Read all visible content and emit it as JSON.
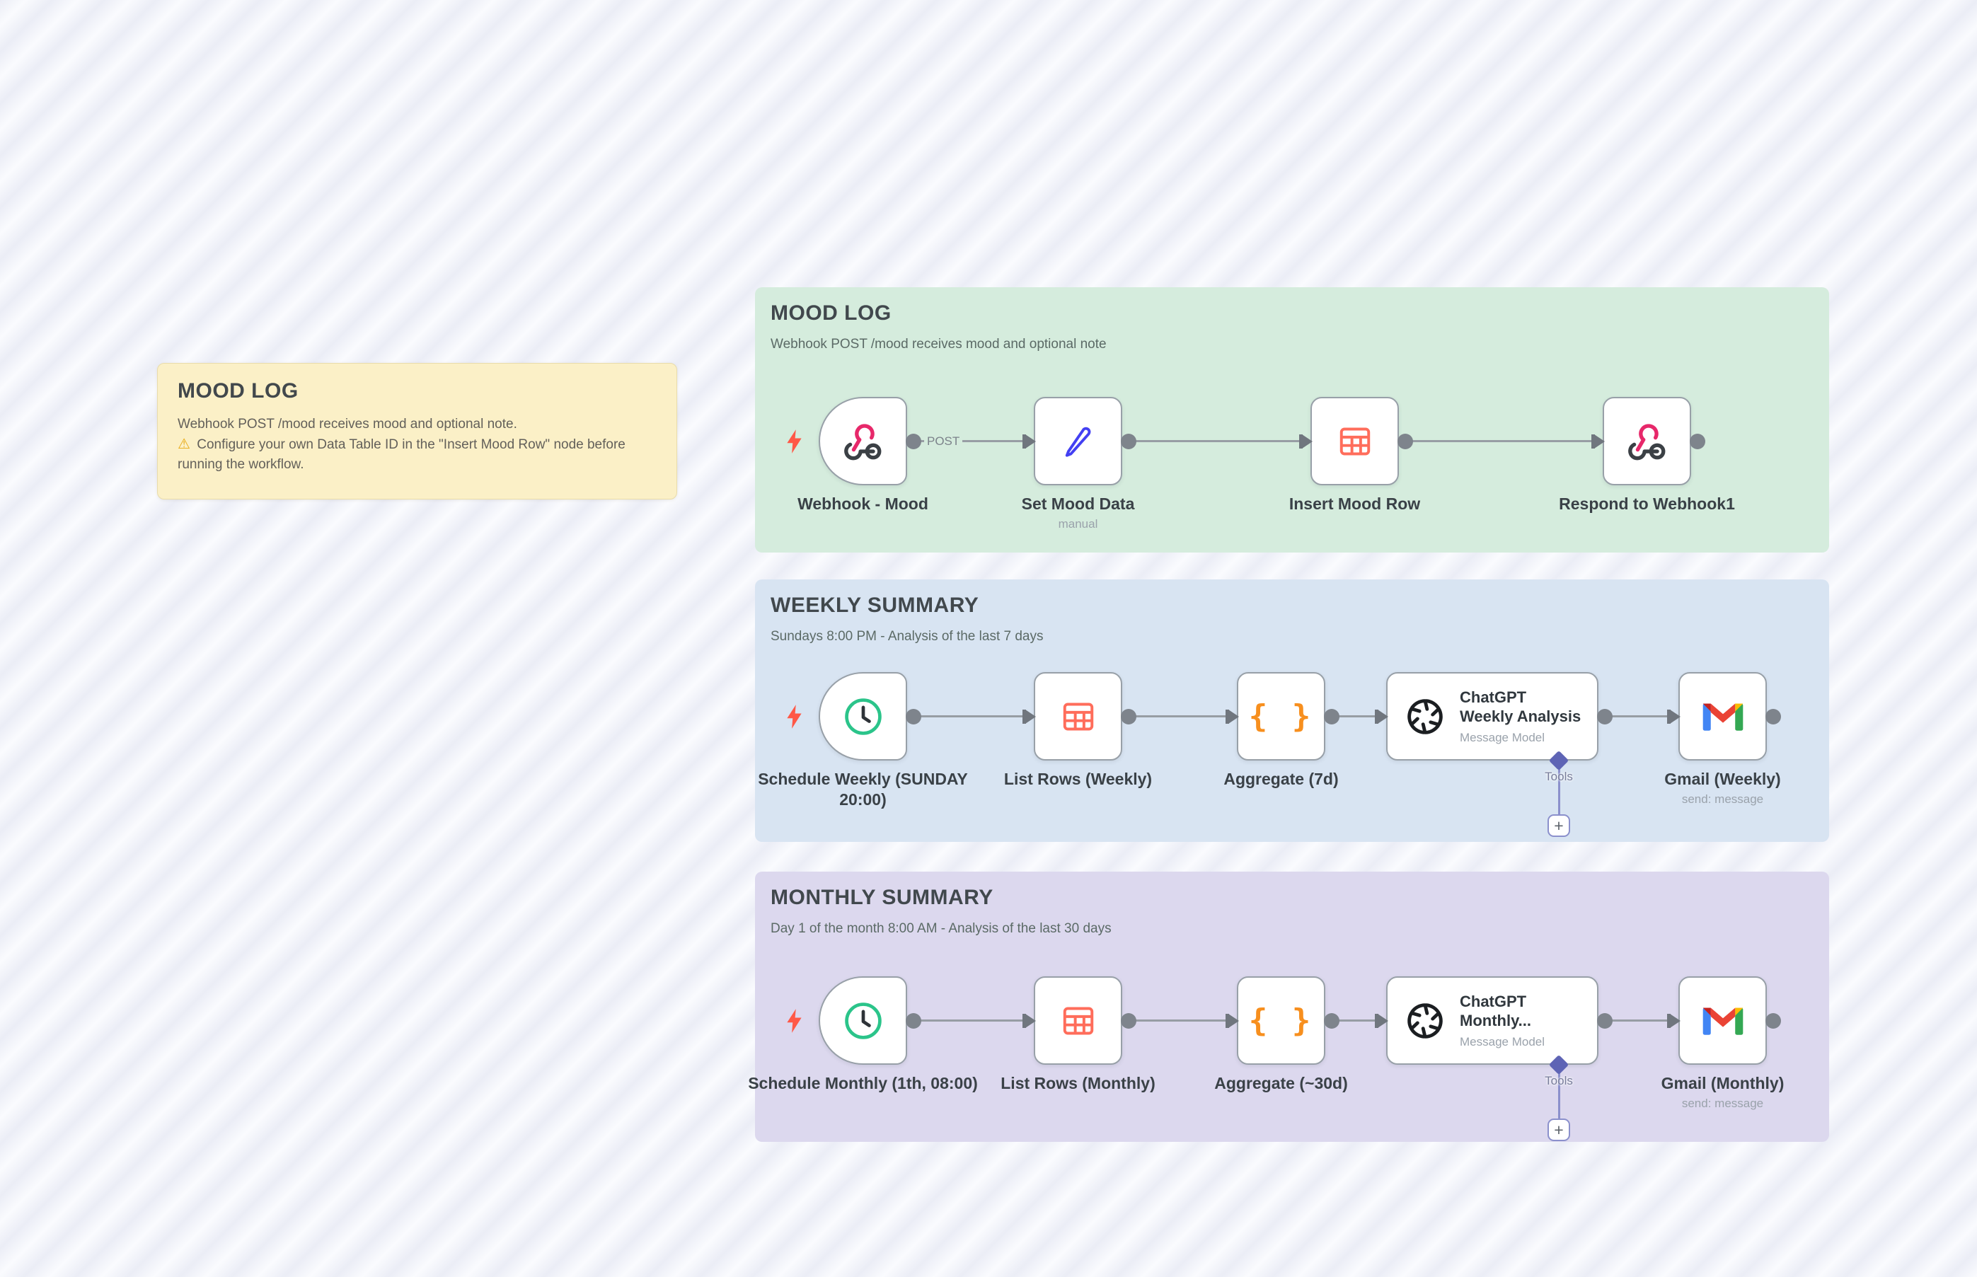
{
  "sticky_note": {
    "title": "MOOD LOG",
    "line1": "Webhook POST /mood receives mood and optional note.",
    "warning_icon": "⚠",
    "line2": "Configure your own Data Table ID in the \"Insert Mood Row\" node before running the workflow."
  },
  "sections": [
    {
      "id": "mood-log",
      "title": "MOOD LOG",
      "subtitle": "Webhook POST /mood receives mood and optional note",
      "color": "#d5ecdd",
      "nodes": [
        {
          "id": "webhook-mood",
          "label": "Webhook - Mood",
          "icon": "webhook-icon",
          "type": "trigger",
          "output_label": "POST"
        },
        {
          "id": "set-mood-data",
          "label": "Set Mood Data",
          "sublabel": "manual",
          "icon": "pencil-icon",
          "type": "regular"
        },
        {
          "id": "insert-mood-row",
          "label": "Insert Mood Row",
          "icon": "table-icon",
          "type": "regular"
        },
        {
          "id": "respond-to-webhook1",
          "label": "Respond to Webhook1",
          "icon": "webhook-icon",
          "type": "regular"
        }
      ]
    },
    {
      "id": "weekly-summary",
      "title": "WEEKLY SUMMARY",
      "subtitle": "Sundays 8:00 PM - Analysis of the last 7 days",
      "color": "#d8e4f2",
      "nodes": [
        {
          "id": "schedule-weekly",
          "label": "Schedule Weekly (SUNDAY 20:00)",
          "icon": "clock-icon",
          "type": "trigger"
        },
        {
          "id": "list-rows-weekly",
          "label": "List Rows (Weekly)",
          "icon": "table-icon",
          "type": "regular"
        },
        {
          "id": "aggregate-7d",
          "label": "Aggregate (7d)",
          "icon": "braces-icon",
          "type": "regular"
        },
        {
          "id": "chatgpt-weekly-analysis",
          "label": "ChatGPT Weekly Analysis",
          "inside_sublabel": "Message Model",
          "icon": "openai-icon",
          "type": "wide",
          "tools_label": "Tools",
          "add_button_label": "+"
        },
        {
          "id": "gmail-weekly",
          "label": "Gmail (Weekly)",
          "sublabel": "send: message",
          "icon": "gmail-icon",
          "type": "regular"
        }
      ]
    },
    {
      "id": "monthly-summary",
      "title": "MONTHLY SUMMARY",
      "subtitle": "Day 1 of the month 8:00 AM - Analysis of the last 30 days",
      "color": "#dcd8ee",
      "nodes": [
        {
          "id": "schedule-monthly",
          "label": "Schedule Monthly (1th, 08:00)",
          "icon": "clock-icon",
          "type": "trigger"
        },
        {
          "id": "list-rows-monthly",
          "label": "List Rows (Monthly)",
          "icon": "table-icon",
          "type": "regular"
        },
        {
          "id": "aggregate-30d",
          "label": "Aggregate (~30d)",
          "icon": "braces-icon",
          "type": "regular"
        },
        {
          "id": "chatgpt-monthly",
          "label": "ChatGPT Monthly...",
          "inside_sublabel": "Message Model",
          "icon": "openai-icon",
          "type": "wide",
          "tools_label": "Tools",
          "add_button_label": "+"
        },
        {
          "id": "gmail-monthly",
          "label": "Gmail (Monthly)",
          "sublabel": "send: message",
          "icon": "gmail-icon",
          "type": "regular"
        }
      ]
    }
  ]
}
